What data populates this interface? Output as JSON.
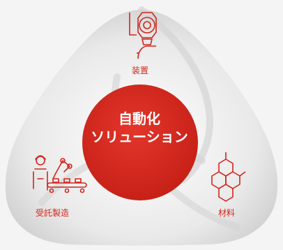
{
  "center": {
    "line1": "自動化",
    "line2": "ソリューション"
  },
  "nodes": {
    "equipment": "装置",
    "contract_manufacturing": "受託製造",
    "materials": "材料"
  },
  "colors": {
    "accent": "#d0261c",
    "shell": "#e6e6e6",
    "background": "#f4f4f4"
  },
  "icons": [
    "valve-gear-icon",
    "robot-arm-conveyor-icon",
    "hexagon-molecule-icon"
  ]
}
